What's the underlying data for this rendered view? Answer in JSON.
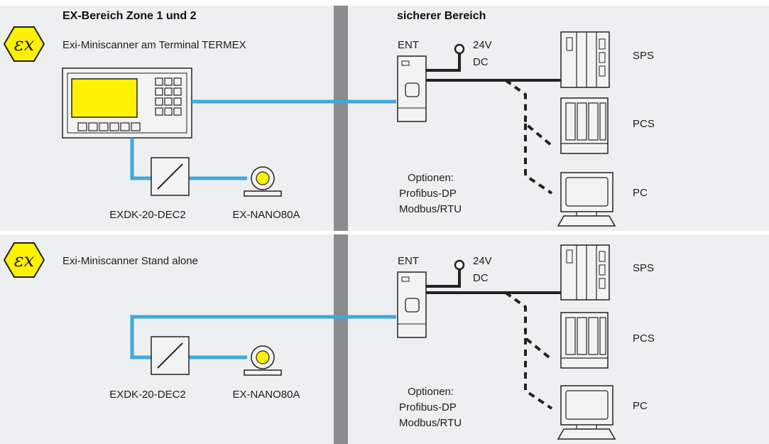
{
  "headers": {
    "ex_zone": "EX-Bereich Zone 1 und 2",
    "safe_zone": "sicherer Bereich"
  },
  "sections": [
    {
      "subtitle": "Exi-Miniscanner am Terminal TERMEX",
      "ent": "ENT",
      "voltage_line1": "24V",
      "voltage_line2": "DC",
      "sps": "SPS",
      "pcs": "PCS",
      "pc": "PC",
      "options": [
        "Optionen:",
        "Profibus-DP",
        "Modbus/RTU"
      ],
      "converter": "EXDK-20-DEC2",
      "scanner": "EX-NANO80A"
    },
    {
      "subtitle": "Exi-Miniscanner Stand alone",
      "ent": "ENT",
      "voltage_line1": "24V",
      "voltage_line2": "DC",
      "sps": "SPS",
      "pcs": "PCS",
      "pc": "PC",
      "options": [
        "Optionen:",
        "Profibus-DP",
        "Modbus/RTU"
      ],
      "converter": "EXDK-20-DEC2",
      "scanner": "EX-NANO80A"
    }
  ],
  "colors": {
    "background": "#eeeff0",
    "divider": "#8a8b8d",
    "signal_line": "#3fa9dd",
    "terminal_display": "#fff200",
    "ex_symbol_fill": "#fff200",
    "scanner_lens": "#fff200",
    "outline": "#222222"
  },
  "icons": [
    "ex-symbol-icon",
    "terminal-icon",
    "converter-icon",
    "scanner-icon",
    "power-supply-icon",
    "plc-icon",
    "pcs-icon",
    "pc-icon"
  ]
}
